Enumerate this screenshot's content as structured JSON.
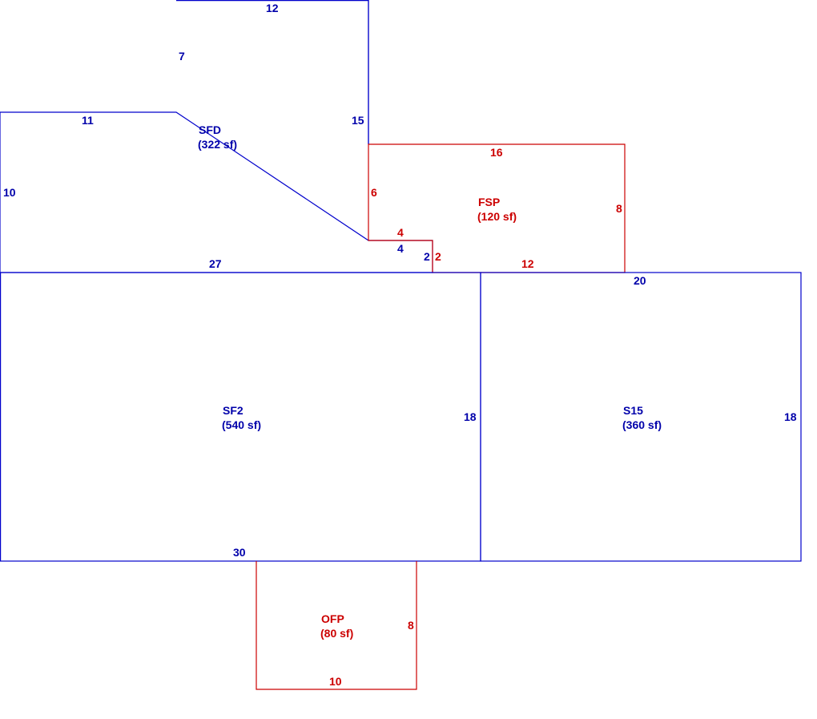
{
  "colors": {
    "dwelling": "#0000cc",
    "porch": "#cc0000"
  },
  "areas": {
    "sfd": {
      "name": "SFD",
      "area": "(322 sf)"
    },
    "fsp": {
      "name": "FSP",
      "area": "(120 sf)"
    },
    "sf2": {
      "name": "SF2",
      "area": "(540 sf)"
    },
    "s15": {
      "name": "S15",
      "area": "(360 sf)"
    },
    "ofp": {
      "name": "OFP",
      "area": "(80 sf)"
    }
  },
  "dims": {
    "sfd_top": "12",
    "sfd_notch_side": "7",
    "sfd_left_top": "11",
    "sfd_right": "15",
    "sfd_left": "10",
    "sfd_bottom": "27",
    "sfd_notch_bottom": "4",
    "sfd_notch_right": "2",
    "fsp_top": "16",
    "fsp_left": "6",
    "fsp_right": "8",
    "fsp_notch_top": "4",
    "fsp_notch_side": "2",
    "fsp_bottom": "12",
    "sf2_right": "18",
    "sf2_bottom": "30",
    "s15_top": "20",
    "s15_right": "18",
    "ofp_right": "8",
    "ofp_bottom": "10"
  }
}
